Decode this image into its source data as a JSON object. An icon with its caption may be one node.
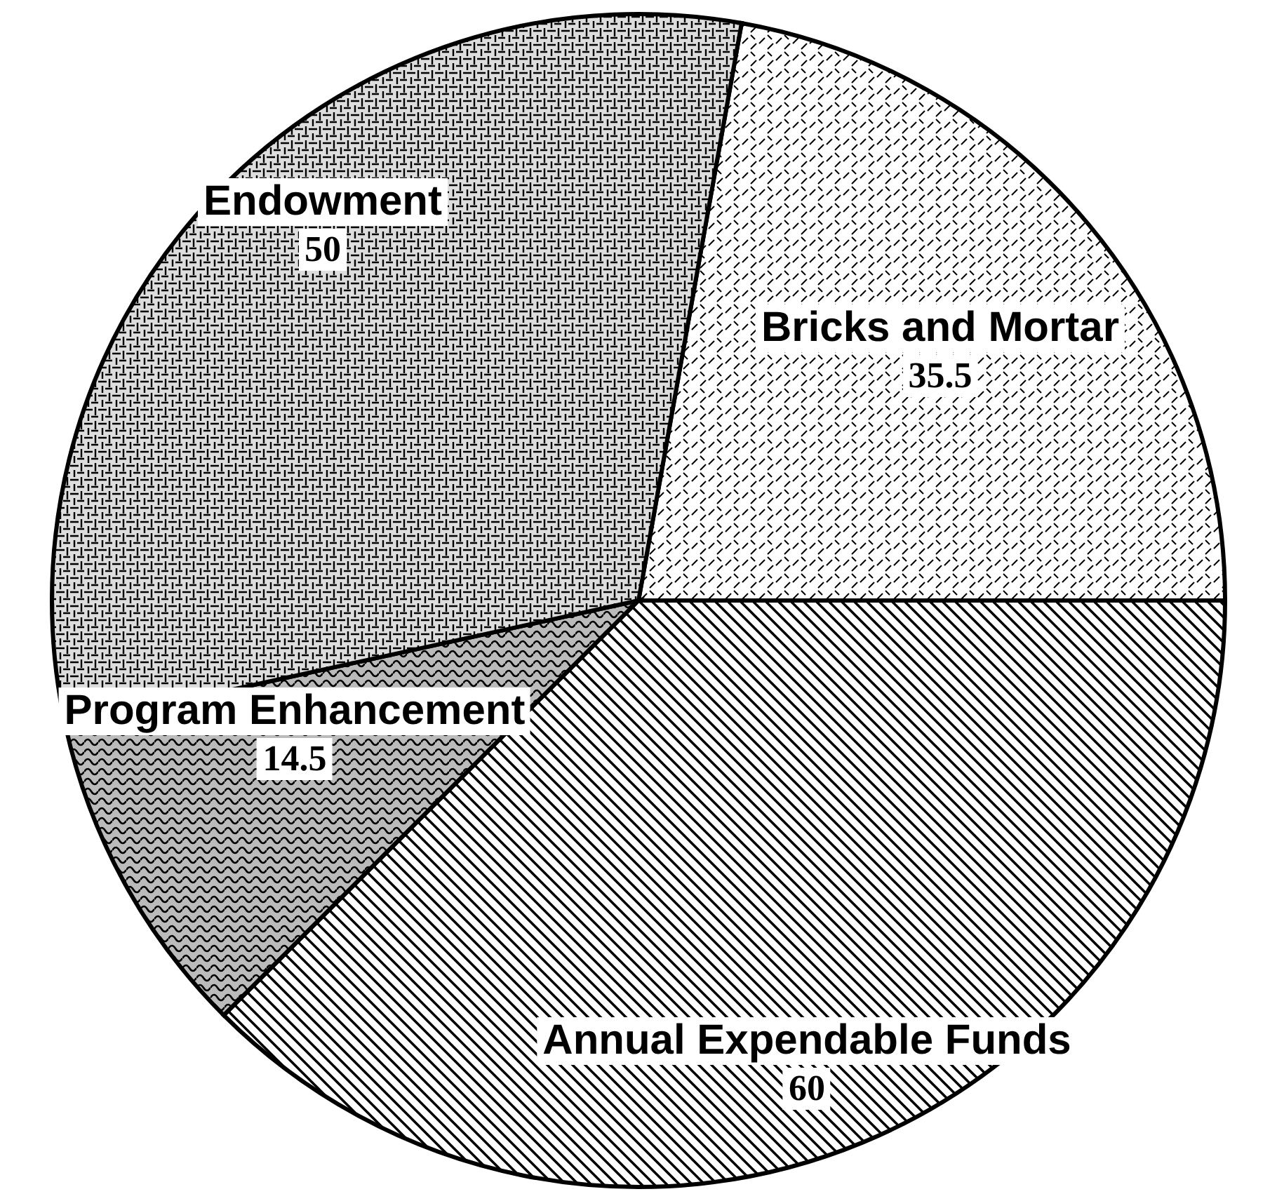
{
  "diagram": {
    "chart_data": {
      "type": "pie",
      "categories": [
        "Bricks and Mortar",
        "Annual Expendable Funds",
        "Program Enhancement",
        "Endowment"
      ],
      "values": [
        35.5,
        60,
        14.5,
        50
      ],
      "data_labels": true
    }
  }
}
